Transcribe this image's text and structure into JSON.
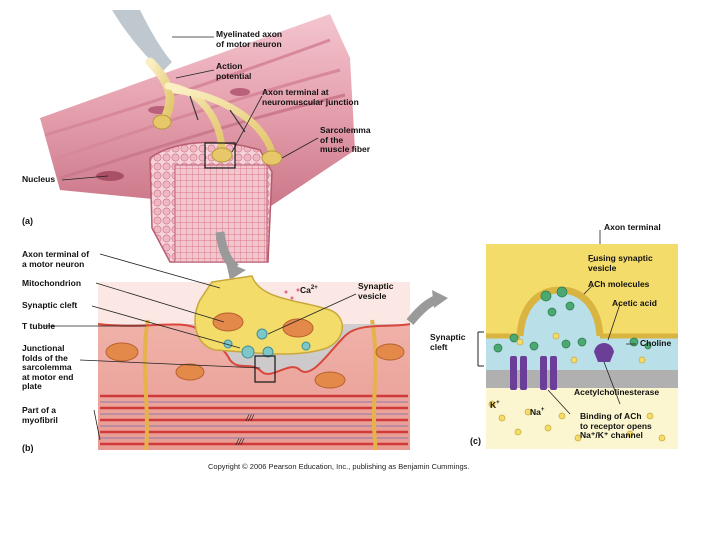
{
  "panel_a": {
    "tag": "(a)",
    "labels": {
      "myelinated_axon": "Myelinated axon\nof motor neuron",
      "action_potential": "Action\npotential",
      "axon_terminal_nmj": "Axon terminal at\nneuromuscular junction",
      "sarcolemma": "Sarcolemma\nof the\nmuscle fiber",
      "nucleus": "Nucleus"
    }
  },
  "panel_b": {
    "tag": "(b)",
    "labels": {
      "axon_terminal_motor": "Axon terminal of\na motor neuron",
      "mitochondrion": "Mitochondrion",
      "synaptic_cleft": "Synaptic cleft",
      "t_tubule": "T tubule",
      "junctional_folds": "Junctional\nfolds of the\nsarcolemma\nat motor end\nplate",
      "myofibril": "Part of a\nmyofibril",
      "ca": "Ca",
      "ca_charge": "2+",
      "synaptic_vesicle": "Synaptic\nvesicle"
    }
  },
  "panel_c": {
    "tag": "(c)",
    "labels": {
      "axon_terminal": "Axon terminal",
      "fusing_vesicle": "Fusing synaptic\nvesicle",
      "ach_molecules": "ACh molecules",
      "acetic_acid": "Acetic acid",
      "choline": "Choline",
      "synaptic_cleft": "Synaptic\ncleft",
      "acetylcholinesterase": "Acetylcholinesterase",
      "k": "K",
      "na": "Na",
      "ion_charge": "+",
      "binding": "Binding of ACh\nto receptor opens\nNa⁺/K⁺ channel"
    }
  },
  "copyright": "Copyright © 2006 Pearson Education, Inc., publishing as Benjamin Cummings.",
  "colors": {
    "muscle": "#e39aa8",
    "muscle_dark": "#c86f82",
    "axon": "#f0dc9a",
    "terminal_bg": "#f3dc6a",
    "cleft": "#b9dfe8",
    "sarcolemma_red": "#d9463c",
    "arrow_gray": "#9a9a9a",
    "vesicle_green": "#4aa870",
    "receptor_purple": "#6b3f98"
  }
}
